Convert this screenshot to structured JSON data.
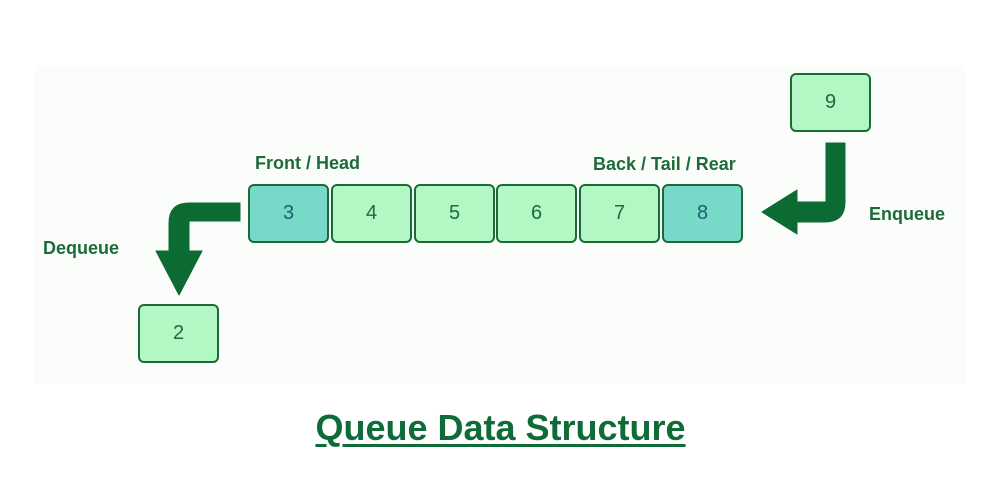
{
  "diagram": {
    "title": "Queue Data Structure",
    "queue_cells": [
      "3",
      "4",
      "5",
      "6",
      "7",
      "8"
    ],
    "incoming_value": "9",
    "dequeued_value": "2",
    "labels": {
      "front": "Front / Head",
      "back": "Back / Tail / Rear",
      "enqueue": "Enqueue",
      "dequeue": "Dequeue"
    },
    "colors": {
      "element_fill": "#b2f7c4",
      "end_element_fill": "#79d9c9",
      "border": "#1b6b3a",
      "arrow": "#0b6b33",
      "text": "#1d6b3a"
    }
  }
}
